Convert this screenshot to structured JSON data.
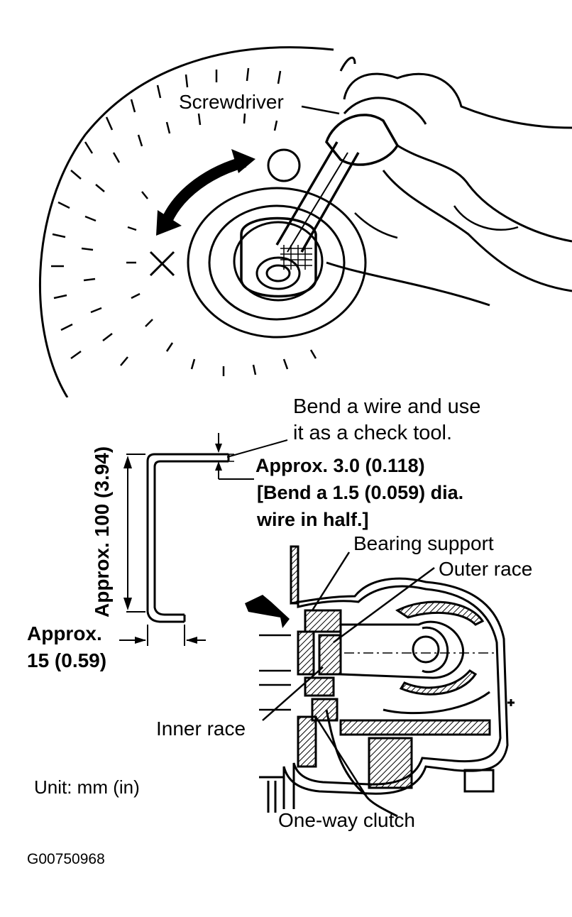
{
  "labels": {
    "screwdriver": "Screwdriver",
    "bend_wire_1": "Bend a wire and use",
    "bend_wire_2": "it as a check tool.",
    "approx_3": "Approx. 3.0 (0.118)",
    "bend_dia_1": "[Bend a 1.5 (0.059) dia.",
    "bend_dia_2": "wire in half.]",
    "approx_100": "Approx. 100 (3.94)",
    "approx_15_1": "Approx.",
    "approx_15_2": "15 (0.59)",
    "bearing_support": "Bearing support",
    "outer_race": "Outer race",
    "inner_race": "Inner race",
    "one_way_clutch": "One-way clutch",
    "unit": "Unit: mm (in)",
    "figure_id": "G00750968"
  },
  "colors": {
    "ink": "#000000",
    "paper": "#ffffff"
  }
}
